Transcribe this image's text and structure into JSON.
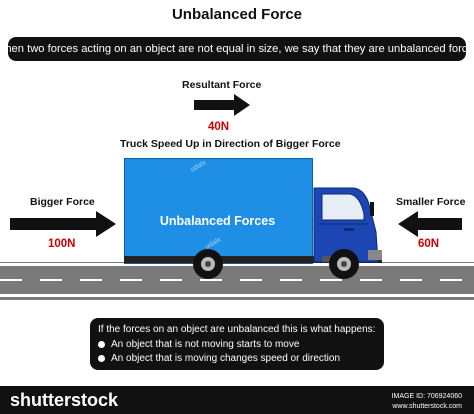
{
  "title": "Unbalanced Force",
  "intro": "When two forces acting on an object are not equal in size, we say that they are unbalanced forces",
  "resultant": {
    "label": "Resultant Force",
    "value": "40N"
  },
  "caption": "Truck Speed Up in Direction of Bigger Force",
  "bigger": {
    "label": "Bigger Force",
    "value": "100N"
  },
  "smaller": {
    "label": "Smaller Force",
    "value": "60N"
  },
  "truck_label": "Unbalanced Forces",
  "watermark_small": "udalx",
  "summary": {
    "heading": "If the forces on an object are unbalanced this is what happens:",
    "points": [
      "An object that is not moving starts to move",
      "An object that is moving changes speed or direction"
    ]
  },
  "footer": {
    "logo": "shutterstock",
    "image_id": "IMAGE ID: 706924060",
    "site": "www.shutterstock.com"
  },
  "colors": {
    "arrow": "#111111",
    "value_red": "#cc0000",
    "truck_blue": "#1f8fe6",
    "cab_blue": "#1d46b5",
    "road": "#7a7a7a"
  }
}
